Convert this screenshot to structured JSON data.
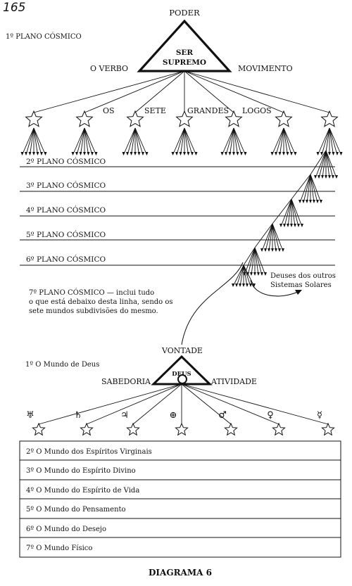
{
  "page_number": "165",
  "top": {
    "power": "PODER",
    "plane_label": "1º PLANO CÓSMICO",
    "word": "O VERBO",
    "motion": "MOVIMENTO",
    "supreme_line1": "SER",
    "supreme_line2": "SUPREMO"
  },
  "logos_words": [
    "OS",
    "SETE",
    "GRANDES",
    "LOGOS"
  ],
  "cosmic_planes": [
    "2º PLANO CÓSMICO",
    "3º PLANO CÓSMICO",
    "4º PLANO CÓSMICO",
    "5º PLANO CÓSMICO",
    "6º PLANO CÓSMICO"
  ],
  "other_gods_line1": "Deuses dos outros",
  "other_gods_line2": "Sistemas Solares",
  "seventh_plane": {
    "line1": "7º PLANO CÓSMICO — inclui tudo",
    "line2": "o que está debaixo desta linha, sendo os",
    "line3": "sete mundos subdivisões do mesmo."
  },
  "god": {
    "will": "VONTADE",
    "world": "1º O Mundo de Deus",
    "wisdom": "SABEDORIA",
    "activity": "ATIVIDADE",
    "name": "DEUS"
  },
  "planet_symbols": [
    "♅",
    "♄",
    "♃",
    "⊕",
    "♂",
    "♀",
    "☿"
  ],
  "worlds": [
    "2º O Mundo dos Espíritos Virginais",
    "3º O Mundo do Espírito Divino",
    "4º O Mundo do Espírito de Vida",
    "5º O Mundo do Pensamento",
    "6º O Mundo do Desejo",
    "7º O Mundo Físico"
  ],
  "caption": "DIAGRAMA 6"
}
